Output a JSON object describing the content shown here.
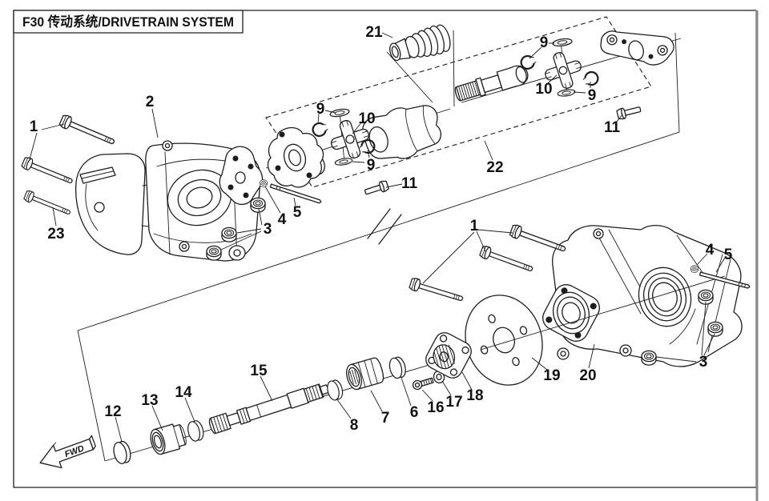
{
  "frame": {
    "title": "F30 传动系统/DRIVETRAIN SYSTEM"
  },
  "direction_arrow": {
    "label": "FWD"
  },
  "colors": {
    "line": "#1d1d1d",
    "frame_right_edge": "#8a8a8a",
    "paper": "#ffffff"
  },
  "callouts": [
    {
      "num": "1"
    },
    {
      "num": "2"
    },
    {
      "num": "23"
    },
    {
      "num": "3"
    },
    {
      "num": "4"
    },
    {
      "num": "5"
    },
    {
      "num": "9"
    },
    {
      "num": "10"
    },
    {
      "num": "9"
    },
    {
      "num": "11"
    },
    {
      "num": "21"
    },
    {
      "num": "22"
    },
    {
      "num": "9"
    },
    {
      "num": "10"
    },
    {
      "num": "9"
    },
    {
      "num": "11"
    },
    {
      "num": "1"
    },
    {
      "num": "4"
    },
    {
      "num": "5"
    },
    {
      "num": "3"
    },
    {
      "num": "19"
    },
    {
      "num": "20"
    },
    {
      "num": "18"
    },
    {
      "num": "17"
    },
    {
      "num": "16"
    },
    {
      "num": "6"
    },
    {
      "num": "7"
    },
    {
      "num": "8"
    },
    {
      "num": "15"
    },
    {
      "num": "14"
    },
    {
      "num": "13"
    },
    {
      "num": "12"
    }
  ]
}
